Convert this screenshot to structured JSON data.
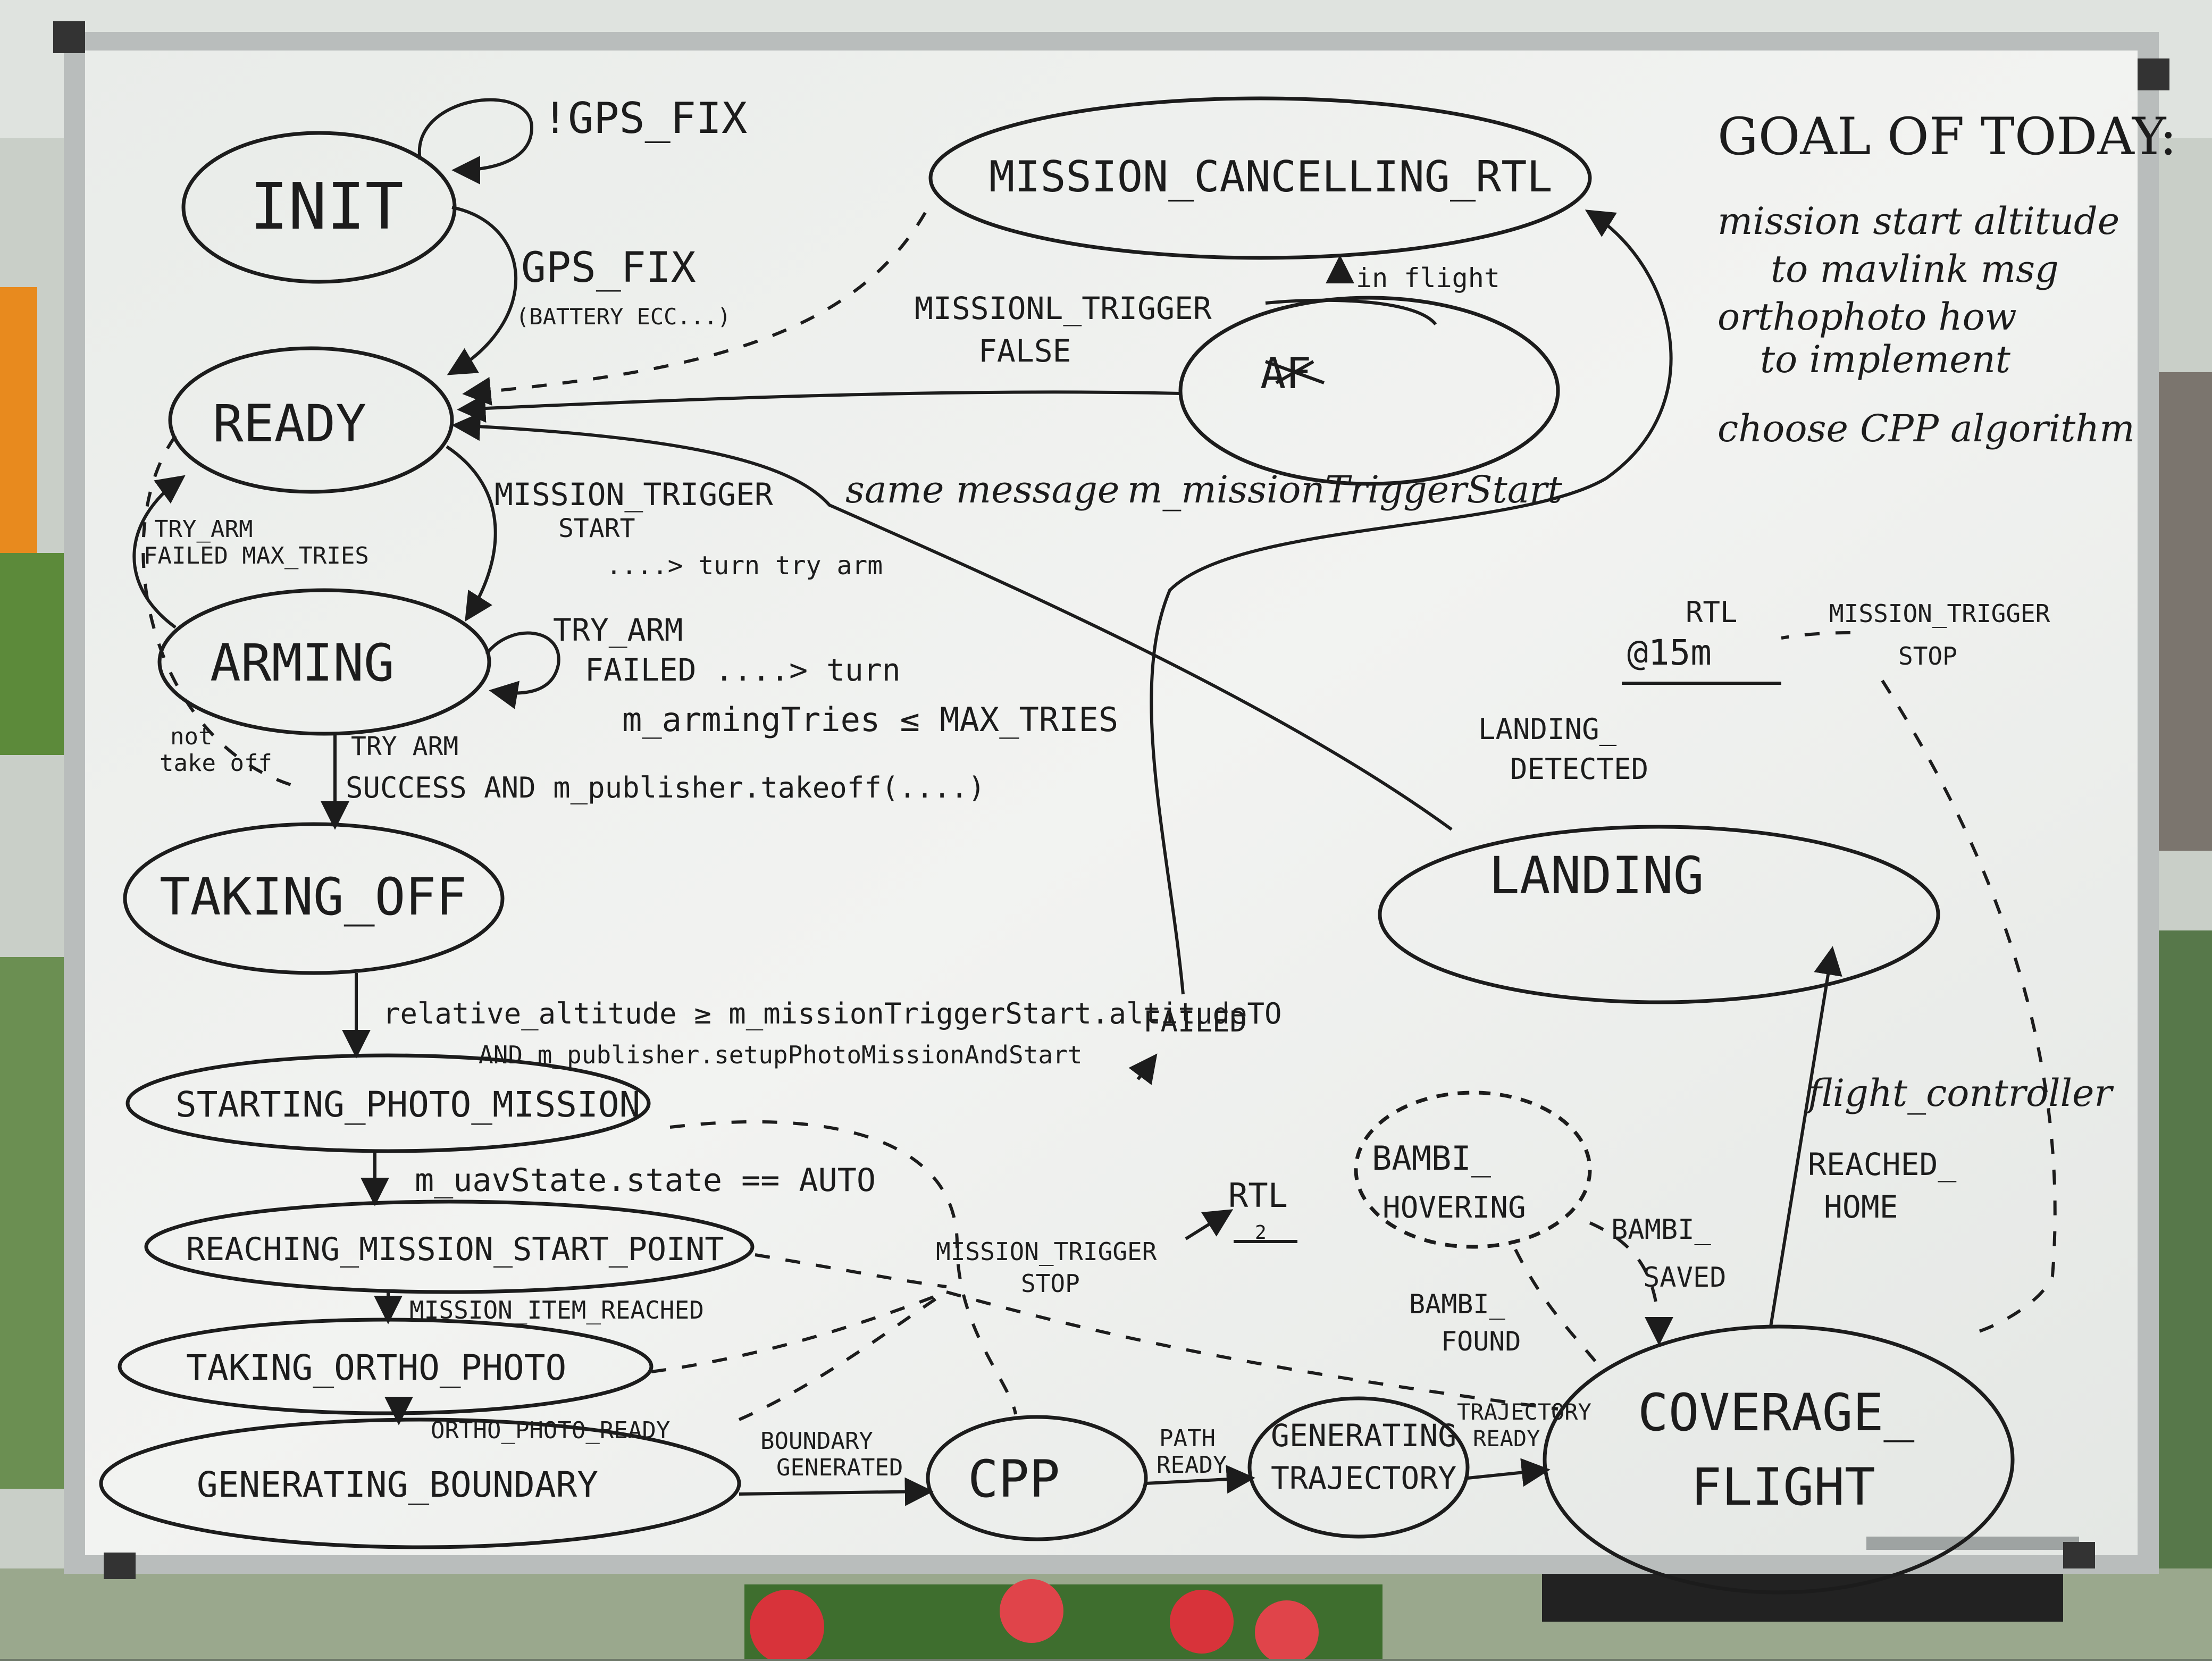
{
  "goal": {
    "title": "GOAL OF TODAY:",
    "items": [
      "mission start altitude",
      "to mavlink msg",
      "orthophoto how",
      "to implement",
      "choose CPP algorithm"
    ]
  },
  "states": {
    "init": "INIT",
    "ready": "READY",
    "arming": "ARMING",
    "taking_off": "TAKING_OFF",
    "starting_photo_mission": "STARTING_PHOTO_MISSION",
    "reaching_mission_start_point": "REACHING_MISSION_START_POINT",
    "taking_ortho_photo": "TAKING_ORTHO_PHOTO",
    "generating_boundary": "GENERATING_BOUNDARY",
    "cpp": "CPP",
    "generating_trajectory_1": "GENERATING",
    "generating_trajectory_2": "TRAJECTORY",
    "coverage_flight_1": "COVERAGE_",
    "coverage_flight_2": "FLIGHT",
    "landing": "LANDING",
    "mission_cancelling_rtl": "MISSION_CANCELLING_RTL",
    "crossed_out": "AF",
    "bambi_hovering_1": "BAMBI_",
    "bambi_hovering_2": "HOVERING"
  },
  "edges": {
    "not_gps_fix": "!GPS_FIX",
    "gps_fix": "GPS_FIX",
    "battery": "(BATTERY ECC...)",
    "mission_trigger_false_1": "MISSIONL_TRIGGER",
    "mission_trigger_false_2": "FALSE",
    "in_flight": "in flight",
    "mission_trigger_start_1": "MISSION_TRIGGER",
    "mission_trigger_start_2": "START",
    "turn_try_arm": "....> turn try arm",
    "same_message": "same message",
    "m_mission_trigger_start": "m_missionTriggerStart",
    "try_arm_failed_max_1": "TRY_ARM",
    "try_arm_failed_max_2": "FAILED MAX_TRIES",
    "try_arm_failed_1": "TRY_ARM",
    "try_arm_failed_2": "FAILED ....> turn",
    "try_arm_failed_3": "m_armingTries ≤ MAX_TRIES",
    "not_take_off_1": "not",
    "not_take_off_2": "take off",
    "try_arm_success_1": "TRY ARM",
    "try_arm_success_2": "SUCCESS AND m_publisher.takeoff(....)",
    "relative_altitude_1": "relative_altitude ≥ m_missionTriggerStart.altitudeTO",
    "relative_altitude_2": "AND m_publisher.setupPhotoMissionAndStart",
    "failed": "FAILED",
    "m_uav_state": "m_uavState.state == AUTO",
    "mission_item_reached": "MISSION_ITEM_REACHED",
    "ortho_photo_ready": "ORTHO_PHOTO_READY",
    "boundary_generated_1": "BOUNDARY",
    "boundary_generated_2": "GENERATED",
    "path_ready_1": "PATH",
    "path_ready_2": "READY",
    "trajectory_ready_1": "TRAJECTORY",
    "trajectory_ready_2": "READY",
    "mission_trigger_stop_1": "MISSION_TRIGGER",
    "mission_trigger_stop_2": "STOP",
    "rtl_short": "RTL",
    "rtl_2": "2",
    "rtl_top": "RTL",
    "rtl_altitude": "@15m",
    "mission_trigger_stop_top_1": "MISSION_TRIGGER",
    "mission_trigger_stop_top_2": "STOP",
    "landing_detected_1": "LANDING_",
    "landing_detected_2": "DETECTED",
    "flight_controller": "flight_controller",
    "reached_home_1": "REACHED_",
    "reached_home_2": "HOME",
    "bambi_saved_1": "BAMBI_",
    "bambi_saved_2": "SAVED",
    "bambi_found_1": "BAMBI_",
    "bambi_found_2": "FOUND"
  },
  "colors": {
    "board": "#eef0ee",
    "marker": "#1c1c1c",
    "frame": "#b9bdbc"
  }
}
